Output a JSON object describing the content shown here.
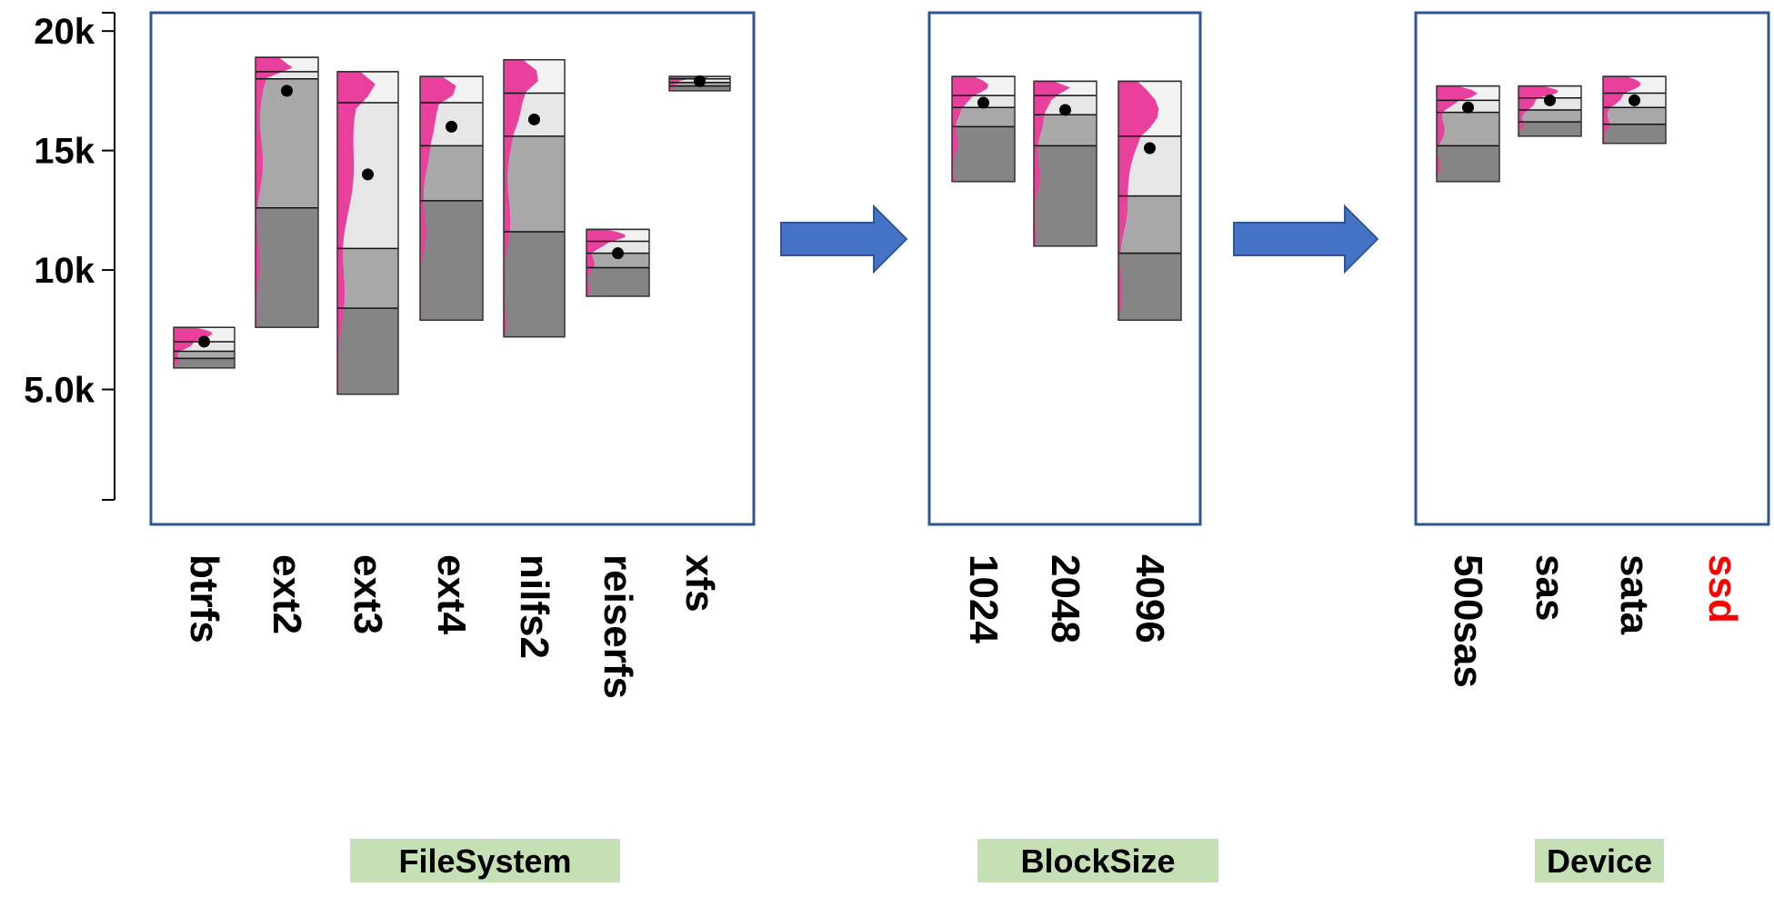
{
  "chart_data": {
    "type": "box",
    "y_axis": {
      "ticks": [
        5000,
        10000,
        15000,
        20000
      ],
      "tick_labels": [
        "5.0k",
        "10k",
        "15k",
        "20k"
      ],
      "ylim": [
        0,
        21300
      ]
    },
    "colors": {
      "panel_border": "#2f5597",
      "arrow": "#4472c4",
      "density": "#e8409c",
      "box_q1": "#858585",
      "box_q2": "#a8a8a8",
      "box_q3": "#e6e6e6",
      "facet_label_bg": "#c5e0b4",
      "highlight_label": "#ff0000"
    },
    "facets": [
      {
        "label": "FileSystem",
        "categories": [
          {
            "name": "btrfs",
            "min": 5900,
            "q1": 6300,
            "median": 6600,
            "q3": 7000,
            "max": 7600,
            "mean": 7000
          },
          {
            "name": "ext2",
            "min": 7600,
            "q1": 12600,
            "median": 18000,
            "q3": 18300,
            "max": 18900,
            "mean": 17500
          },
          {
            "name": "ext3",
            "min": 4800,
            "q1": 8400,
            "median": 10900,
            "q3": 17000,
            "max": 18300,
            "mean": 14000
          },
          {
            "name": "ext4",
            "min": 7900,
            "q1": 12900,
            "median": 15200,
            "q3": 17000,
            "max": 18100,
            "mean": 16000
          },
          {
            "name": "nilfs2",
            "min": 7200,
            "q1": 11600,
            "median": 15600,
            "q3": 17400,
            "max": 18800,
            "mean": 16300
          },
          {
            "name": "reiserfs",
            "min": 8900,
            "q1": 10100,
            "median": 10700,
            "q3": 11200,
            "max": 11700,
            "mean": 10700
          },
          {
            "name": "xfs",
            "min": 17500,
            "q1": 17700,
            "median": 17850,
            "q3": 18000,
            "max": 18100,
            "mean": 17900
          }
        ]
      },
      {
        "label": "BlockSize",
        "categories": [
          {
            "name": "1024",
            "min": 13700,
            "q1": 16000,
            "median": 16800,
            "q3": 17300,
            "max": 18100,
            "mean": 17000
          },
          {
            "name": "2048",
            "min": 11000,
            "q1": 15200,
            "median": 16500,
            "q3": 17300,
            "max": 17900,
            "mean": 16700
          },
          {
            "name": "4096",
            "min": 7900,
            "q1": 10700,
            "median": 13100,
            "q3": 15600,
            "max": 17900,
            "mean": 15100
          }
        ]
      },
      {
        "label": "Device",
        "categories": [
          {
            "name": "500sas",
            "min": 13700,
            "q1": 15200,
            "median": 16600,
            "q3": 17100,
            "max": 17700,
            "mean": 16800
          },
          {
            "name": "sas",
            "min": 15600,
            "q1": 16200,
            "median": 16700,
            "q3": 17200,
            "max": 17700,
            "mean": 17100
          },
          {
            "name": "sata",
            "min": 15300,
            "q1": 16100,
            "median": 16800,
            "q3": 17400,
            "max": 18100,
            "mean": 17100
          },
          {
            "name": "ssd",
            "highlight": true
          }
        ]
      }
    ]
  }
}
